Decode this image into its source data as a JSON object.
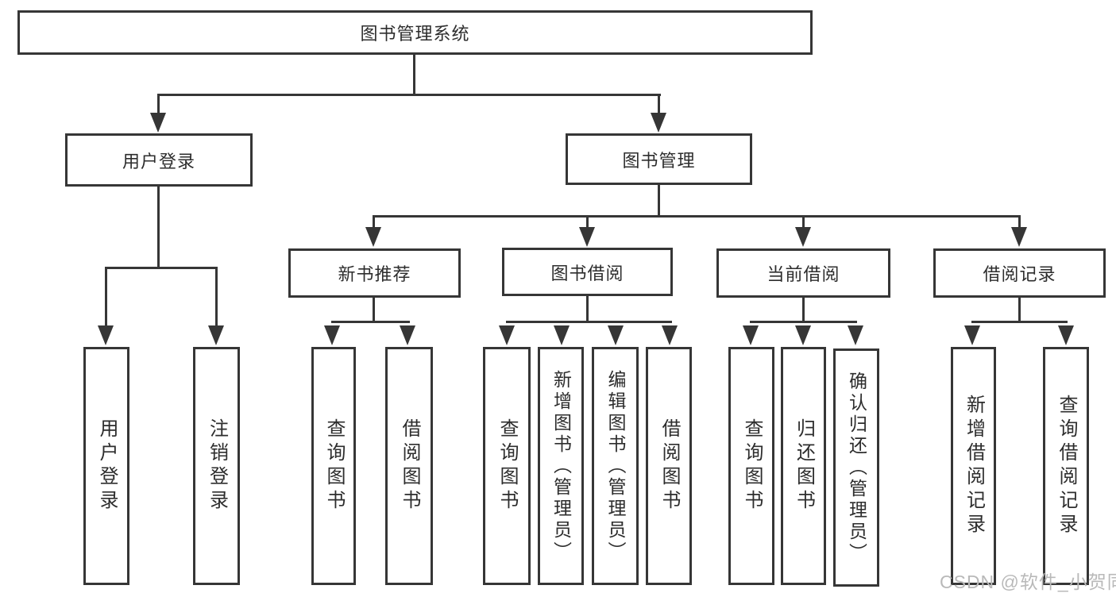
{
  "nodes": {
    "root": "图书管理系统",
    "l2_user_login": "用户登录",
    "l2_book_management": "图书管理",
    "l3_new_book_recommend": "新书推荐",
    "l3_book_borrowing": "图书借阅",
    "l3_current_borrowing": "当前借阅",
    "l3_borrowing_records": "借阅记录",
    "leaf_user_login": "用户登录",
    "leaf_logout_login": "注销登录",
    "leaf_query_books_recommend": "查询图书",
    "leaf_borrow_books_recommend": "借阅图书",
    "leaf_query_books_borrowing": "查询图书",
    "leaf_add_books_admin": "新增图书（管理员）",
    "leaf_edit_books_admin": "编辑图书（管理员）",
    "leaf_borrow_books_borrowing": "借阅图书",
    "leaf_query_books_current": "查询图书",
    "leaf_return_books": "归还图书",
    "leaf_confirm_return_admin": "确认归还（管理员）",
    "leaf_add_borrow_record": "新增借阅记录",
    "leaf_query_borrow_record": "查询借阅记录"
  },
  "watermark": {
    "text": "CSDN @软件_小贺同学"
  },
  "colors": {
    "line": "#363636",
    "box_border": "#363636",
    "box_fill": "#ffffff",
    "text": "#2d2d2d",
    "watermark": "#b9b9b9"
  }
}
